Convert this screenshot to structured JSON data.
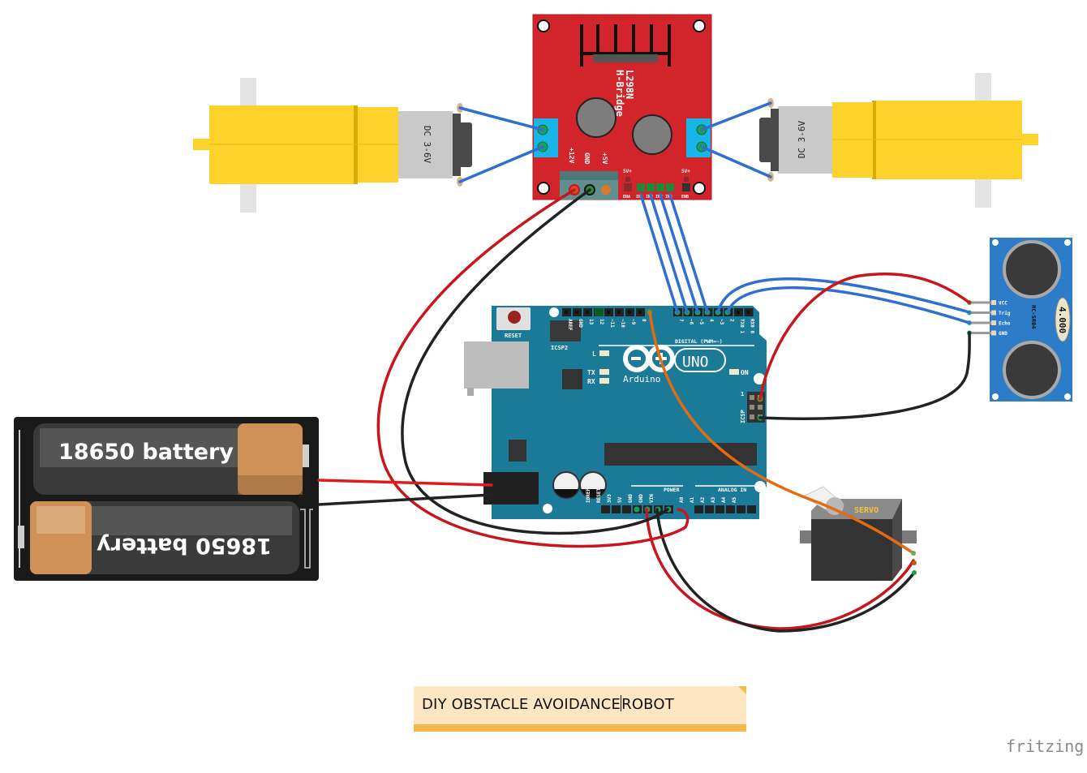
{
  "diagram": {
    "title_note": {
      "text_before_cursor": "DIY OBSTACLE AVOIDANCE",
      "text_after_cursor": "ROBOT"
    },
    "app_logo": "fritzing",
    "components": {
      "hbridge": {
        "label_line1": "L298N",
        "label_line2": "H-Bridge",
        "power_pins": [
          "+12V",
          "GND",
          "+5V"
        ],
        "header_top": [
          "5V+",
          "5V+"
        ],
        "header_bottom": [
          "ENA",
          "IN1",
          "IN2",
          "IN3",
          "IN4",
          "ENB"
        ],
        "color": "#d1242b"
      },
      "motor_left": {
        "label": "DC 3-6V"
      },
      "motor_right": {
        "label": "DC 3-6V"
      },
      "arduino": {
        "name": "Arduino",
        "model": "UNO",
        "reset_label": "RESET",
        "icsp2_label": "ICSP2",
        "icsp_label": "ICSP",
        "icsp_pin1": "1",
        "led_labels": [
          "L",
          "TX",
          "RX",
          "ON"
        ],
        "digital_label": "DIGITAL (PWM=~)",
        "digital_pins": [
          "AREF",
          "GND",
          "13",
          "12",
          "~11",
          "~10",
          "~9",
          "8",
          "7",
          "~6",
          "~5",
          "4",
          "~3",
          "2",
          "TX0 1",
          "RX0 0"
        ],
        "power_label": "POWER",
        "power_pins": [
          "IOREF",
          "RESET",
          "3V3",
          "5V",
          "GND",
          "GND",
          "VIN"
        ],
        "analog_label": "ANALOG IN",
        "analog_pins": [
          "A0",
          "A1",
          "A2",
          "A3",
          "A4",
          "A5"
        ],
        "color": "#1b7a97"
      },
      "ultrasonic": {
        "model": "HC-SR04",
        "crystal": "4.000",
        "pins": [
          "VCC",
          "Trig",
          "Echo",
          "GND"
        ],
        "color": "#2d7cc7"
      },
      "servo": {
        "label": "SERVO"
      },
      "battery_pack": {
        "cells": [
          "18650 battery",
          "18650 battery"
        ]
      }
    },
    "wire_colors": {
      "red": "#c8161d",
      "black": "#222222",
      "blue": "#2f6fcf",
      "orange": "#e36c12"
    }
  }
}
